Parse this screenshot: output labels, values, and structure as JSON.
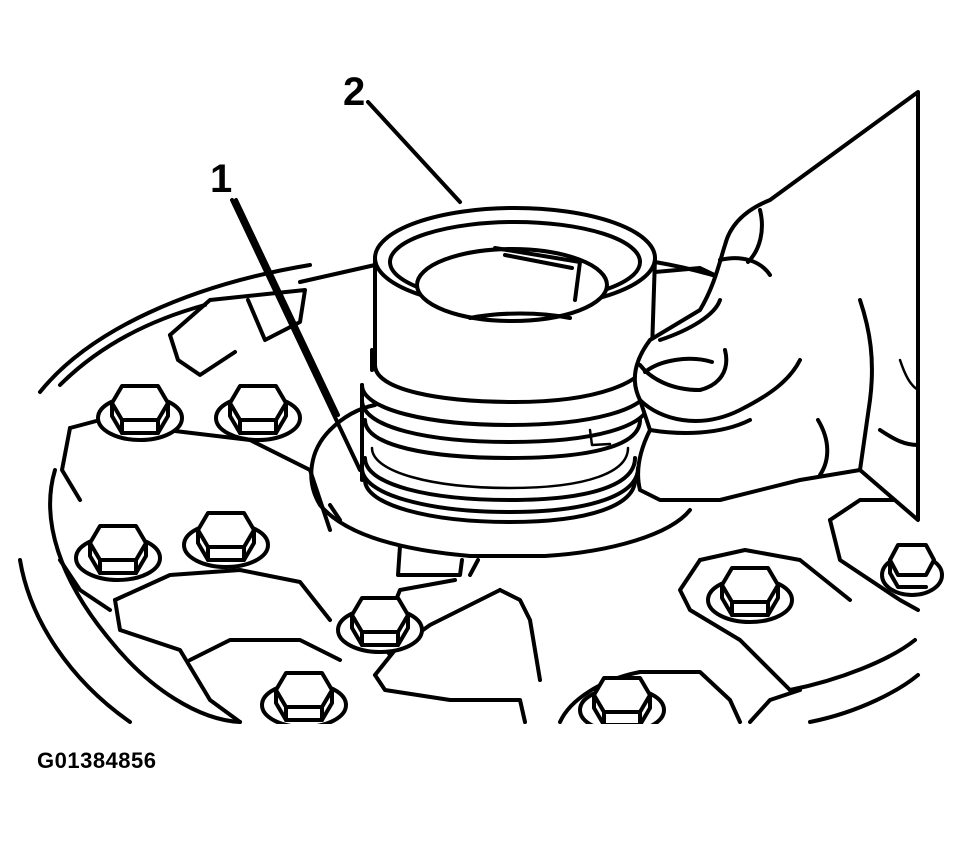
{
  "callouts": {
    "seal": "1",
    "bearing": "2"
  },
  "figure_id": "G01384856",
  "colors": {
    "ink": "#000000",
    "paper": "#ffffff"
  }
}
